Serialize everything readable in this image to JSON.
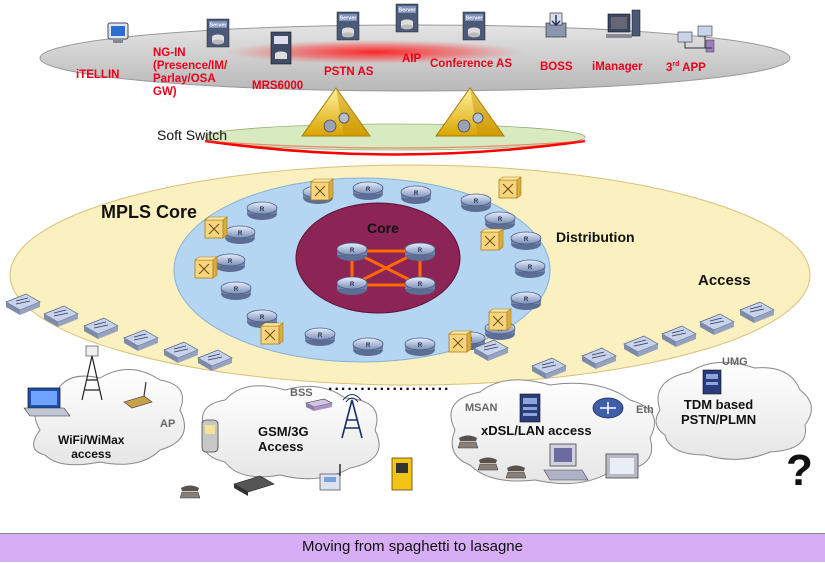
{
  "colors": {
    "service_layer": "#c8c8c8",
    "softswitch_band": "#d8ebc0",
    "outer_ring": "#fbf0c0",
    "distribution_ring": "#b4d6f2",
    "core": "#8c2456",
    "core_links": "#ff6a00",
    "accent_red": "#e8001a",
    "footer_bg": "#d7aef5"
  },
  "service_layer": {
    "itellin": "iTELLIN",
    "ngin": [
      "NG-IN",
      "(Presence/IM/",
      "Parlay/OSA",
      "GW)"
    ],
    "mrs": "MRS6000",
    "pstn_as": "PSTN AS",
    "aip": "AIP",
    "conference_as": "Conference AS",
    "boss": "BOSS",
    "imanager": "iManager",
    "app_main": "3",
    "app_sup": "rd",
    "app_rest": " APP",
    "server_tag": "Server",
    "icons": [
      "monitor-icon",
      "server-icon",
      "rack-icon",
      "server-icon",
      "server-icon",
      "server-icon",
      "download-box-icon",
      "workstation-icon",
      "network-icon"
    ]
  },
  "softswitch": {
    "label": "Soft Switch"
  },
  "network": {
    "mpls_core": "MPLS  Core",
    "core": "Core",
    "distribution": "Distribution",
    "access": "Access",
    "router_glyph": "R"
  },
  "access_networks": {
    "wifi": [
      "WiFi/WiMax",
      "access"
    ],
    "ap": "AP",
    "bss": "BSS",
    "gsm": [
      "GSM/3G",
      "Access"
    ],
    "msan": "MSAN",
    "xdsl": "xDSL/LAN access",
    "eth": "Eth",
    "umg": "UMG",
    "tdm": [
      "TDM based",
      "PSTN/PLMN"
    ],
    "question": "?"
  },
  "footer": {
    "caption": "Moving from spaghetti to lasagne"
  }
}
